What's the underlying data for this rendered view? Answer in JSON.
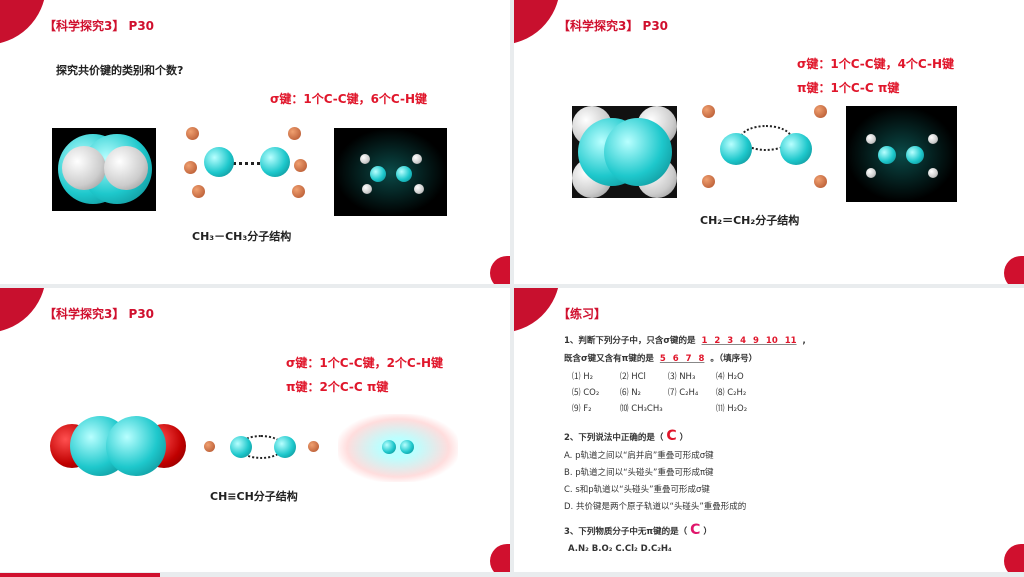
{
  "slide1": {
    "title": "【科学探究3】 P30",
    "question": "探究共价键的类别和个数?",
    "bonds": "σ键：1个C-C键，6个C-H键",
    "caption": "CH₃－CH₃分子结构"
  },
  "slide2": {
    "title": "【科学探究3】 P30",
    "sigma": "σ键：1个C-C键，4个C-H键",
    "pi": "π键：1个C-C π键",
    "caption": "CH₂＝CH₂分子结构"
  },
  "slide3": {
    "title": "【科学探究3】 P30",
    "sigma": "σ键：1个C-C键，2个C-H键",
    "pi": "π键：2个C-C π键",
    "caption": "CH≡CH分子结构"
  },
  "slide4": {
    "title": "【练习】",
    "q1_line1": "1、判断下列分子中，只含σ键的是",
    "q1_ans1": "1 2 3 4 9 10 11",
    "q1_line2": "既含σ键又含有π键的是",
    "q1_ans2": "5 6 7 8",
    "q1_tail": "。（填序号）",
    "items": [
      "⑴ H₂",
      "⑵ HCl",
      "⑶ NH₃",
      "⑷ H₂O",
      "⑸ CO₂",
      "⑹ N₂",
      "⑺ C₂H₄",
      "⑻ C₂H₂",
      "⑼ F₂",
      "⑽ CH₃CH₃",
      "",
      "⑾ H₂O₂"
    ],
    "q2": "2、下列说法中正确的是（",
    "q2_ans": "C",
    "close": "）",
    "q2_opts": [
      "A. p轨道之间以“肩并肩”重叠可形成σ键",
      "B. p轨道之间以“头碰头”重叠可形成π键",
      "C. s和p轨道以“头碰头”重叠可形成σ键",
      "D. 共价键是两个原子轨道以“头碰头”重叠形成的"
    ],
    "q3": "3、下列物质分子中无π键的是（",
    "q3_ans": "C",
    "q3_opts": "A.N₂  B.O₂  C.Cl₂  D.C₂H₄"
  }
}
